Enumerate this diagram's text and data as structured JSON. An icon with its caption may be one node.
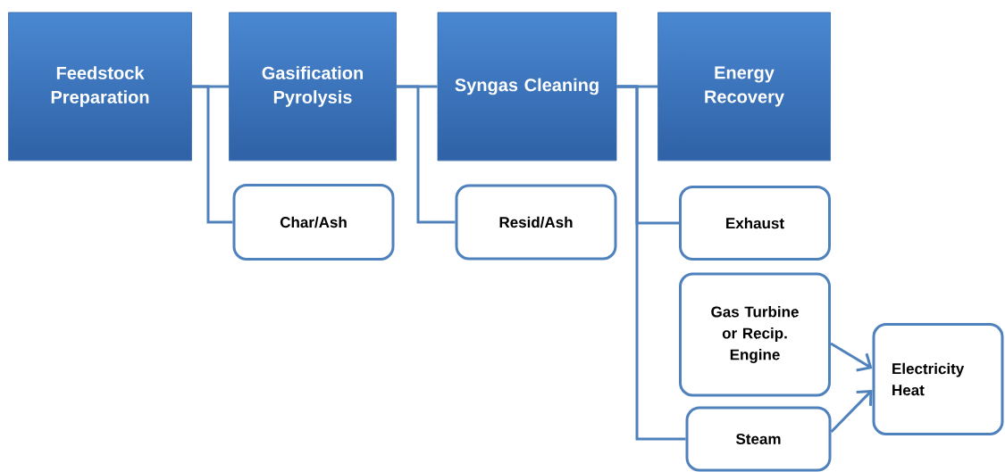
{
  "diagram": {
    "nodes": [
      {
        "text": [
          "Feedstock Preparation"
        ]
      },
      {
        "text": [
          "Gasification Pyrolysis"
        ]
      },
      {
        "text": [
          "Syngas Cleaning"
        ]
      },
      {
        "text": [
          "Energy Recovery"
        ]
      },
      {
        "text": [
          "Char/Ash"
        ]
      },
      {
        "text": [
          "Resid/Ash"
        ]
      },
      {
        "text": [
          "Exhaust"
        ]
      },
      {
        "text": [
          "Gas Turbine or Recip. Engine"
        ]
      },
      {
        "text": [
          "Steam"
        ]
      },
      {
        "text": [
          "Electricity Heat"
        ]
      }
    ],
    "edges": [
      {
        "from": 0,
        "to": 1,
        "arrow": "none"
      },
      {
        "from": 0,
        "to": 4,
        "arrow": "none"
      },
      {
        "from": 1,
        "to": 2,
        "arrow": "none"
      },
      {
        "from": 1,
        "to": 5,
        "arrow": "none"
      },
      {
        "from": 2,
        "to": 3,
        "arrow": "none"
      },
      {
        "from": 2,
        "to": 6,
        "arrow": "none"
      },
      {
        "from": 2,
        "to": 8,
        "arrow": "none"
      },
      {
        "from": 7,
        "to": 9,
        "arrow": "to"
      },
      {
        "from": 8,
        "to": 9,
        "arrow": "to"
      }
    ]
  }
}
